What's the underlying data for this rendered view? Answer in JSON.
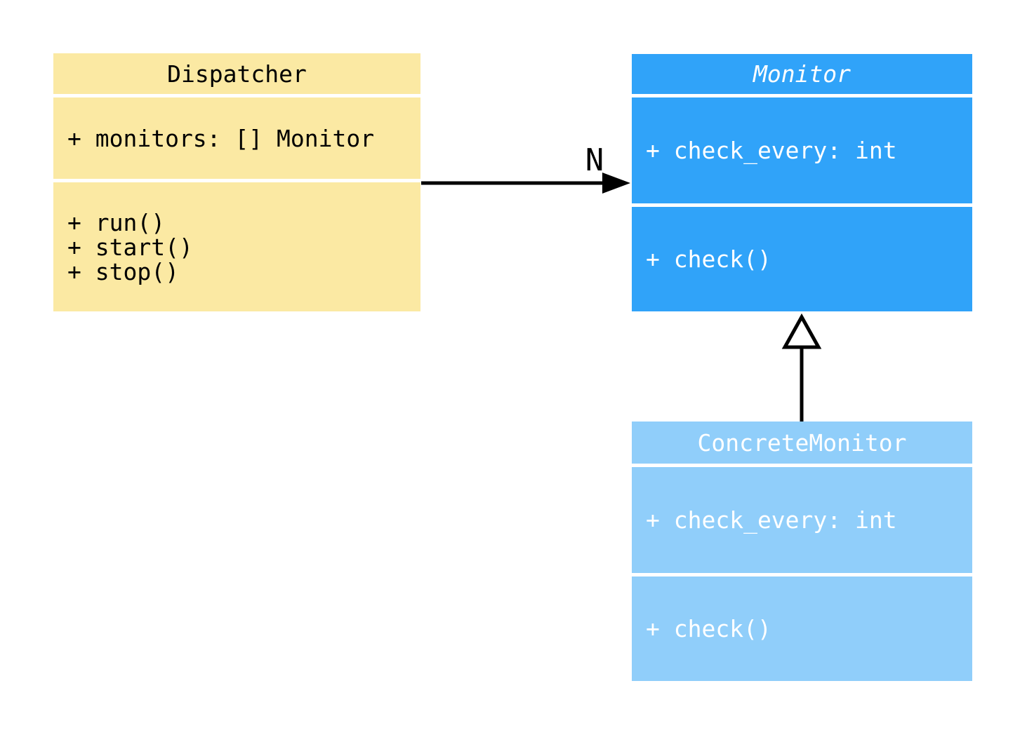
{
  "diagram": {
    "type": "uml-class-diagram",
    "background": "#ffffff",
    "classes": [
      {
        "name": "Dispatcher",
        "name_italic": false,
        "fill": "#fbe9a3",
        "text_color": "#000000",
        "attributes": [
          "+ monitors: [] Monitor"
        ],
        "methods": [
          "+ run()",
          "+ start()",
          "+ stop()"
        ]
      },
      {
        "name": "Monitor",
        "name_italic": true,
        "fill": "#30a3f9",
        "text_color": "#ffffff",
        "attributes": [
          "+ check_every: int"
        ],
        "methods": [
          "+ check()"
        ]
      },
      {
        "name": "ConcreteMonitor",
        "name_italic": false,
        "fill": "#90cefa",
        "text_color": "#ffffff",
        "attributes": [
          "+ check_every: int"
        ],
        "methods": [
          "+ check()"
        ]
      }
    ],
    "relationships": [
      {
        "type": "association",
        "from": "Dispatcher",
        "to": "Monitor",
        "label": "N",
        "head": "filled-arrow",
        "color": "#000000"
      },
      {
        "type": "inheritance",
        "from": "ConcreteMonitor",
        "to": "Monitor",
        "label": "",
        "head": "hollow-triangle",
        "color": "#000000"
      }
    ]
  }
}
